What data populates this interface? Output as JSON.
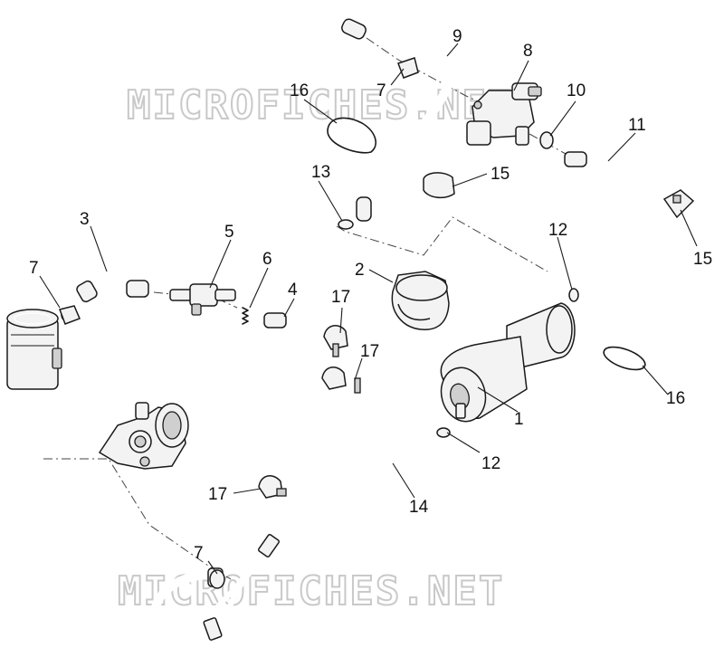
{
  "watermarks": [
    "MICROFICHES.NET",
    "MICROFICHES.NET"
  ],
  "callouts": [
    {
      "id": "c1",
      "label": "1"
    },
    {
      "id": "c2",
      "label": "2"
    },
    {
      "id": "c3",
      "label": "3"
    },
    {
      "id": "c4",
      "label": "4"
    },
    {
      "id": "c5",
      "label": "5"
    },
    {
      "id": "c6",
      "label": "6"
    },
    {
      "id": "c7a",
      "label": "7"
    },
    {
      "id": "c7b",
      "label": "7"
    },
    {
      "id": "c7c",
      "label": "7"
    },
    {
      "id": "c8",
      "label": "8"
    },
    {
      "id": "c9",
      "label": "9"
    },
    {
      "id": "c10",
      "label": "10"
    },
    {
      "id": "c11",
      "label": "11"
    },
    {
      "id": "c12a",
      "label": "12"
    },
    {
      "id": "c12b",
      "label": "12"
    },
    {
      "id": "c13",
      "label": "13"
    },
    {
      "id": "c14",
      "label": "14"
    },
    {
      "id": "c15a",
      "label": "15"
    },
    {
      "id": "c15b",
      "label": "15"
    },
    {
      "id": "c16a",
      "label": "16"
    },
    {
      "id": "c16b",
      "label": "16"
    },
    {
      "id": "c17a",
      "label": "17"
    },
    {
      "id": "c17b",
      "label": "17"
    },
    {
      "id": "c17c",
      "label": "17"
    }
  ]
}
